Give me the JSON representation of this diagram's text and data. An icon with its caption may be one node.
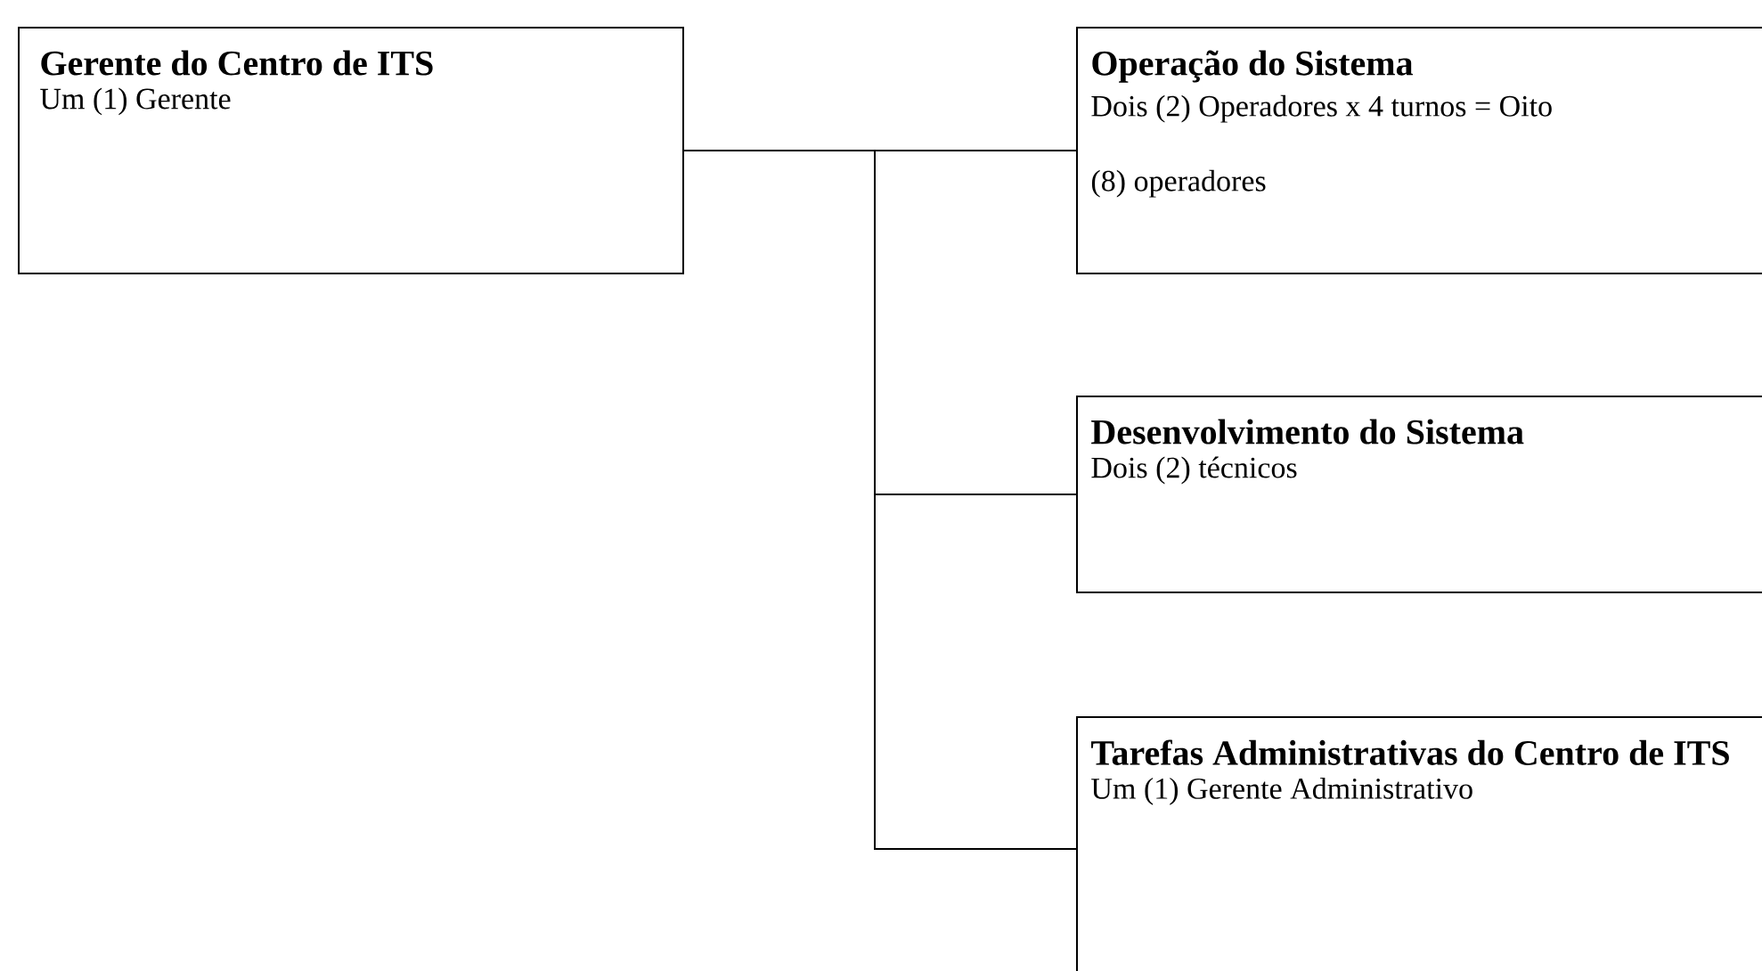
{
  "diagram": {
    "nodes": [
      {
        "text": [
          "Gerente do Centro de ITS",
          "Um (1) Gerente"
        ]
      },
      {
        "text": [
          "Operação do Sistema",
          "Dois (2) Operadores x 4 turnos = Oito (8) operadores"
        ]
      },
      {
        "text": [
          "Desenvolvimento do Sistema",
          "Dois (2) técnicos"
        ]
      },
      {
        "text": [
          "Tarefas Administrativas do Centro de ITS",
          "Um (1) Gerente Administrativo"
        ]
      }
    ],
    "edges": [
      {
        "from": 0,
        "to": 1,
        "arrow": "none"
      },
      {
        "from": 0,
        "to": 2,
        "arrow": "none"
      },
      {
        "from": 0,
        "to": 3,
        "arrow": "none"
      }
    ]
  }
}
